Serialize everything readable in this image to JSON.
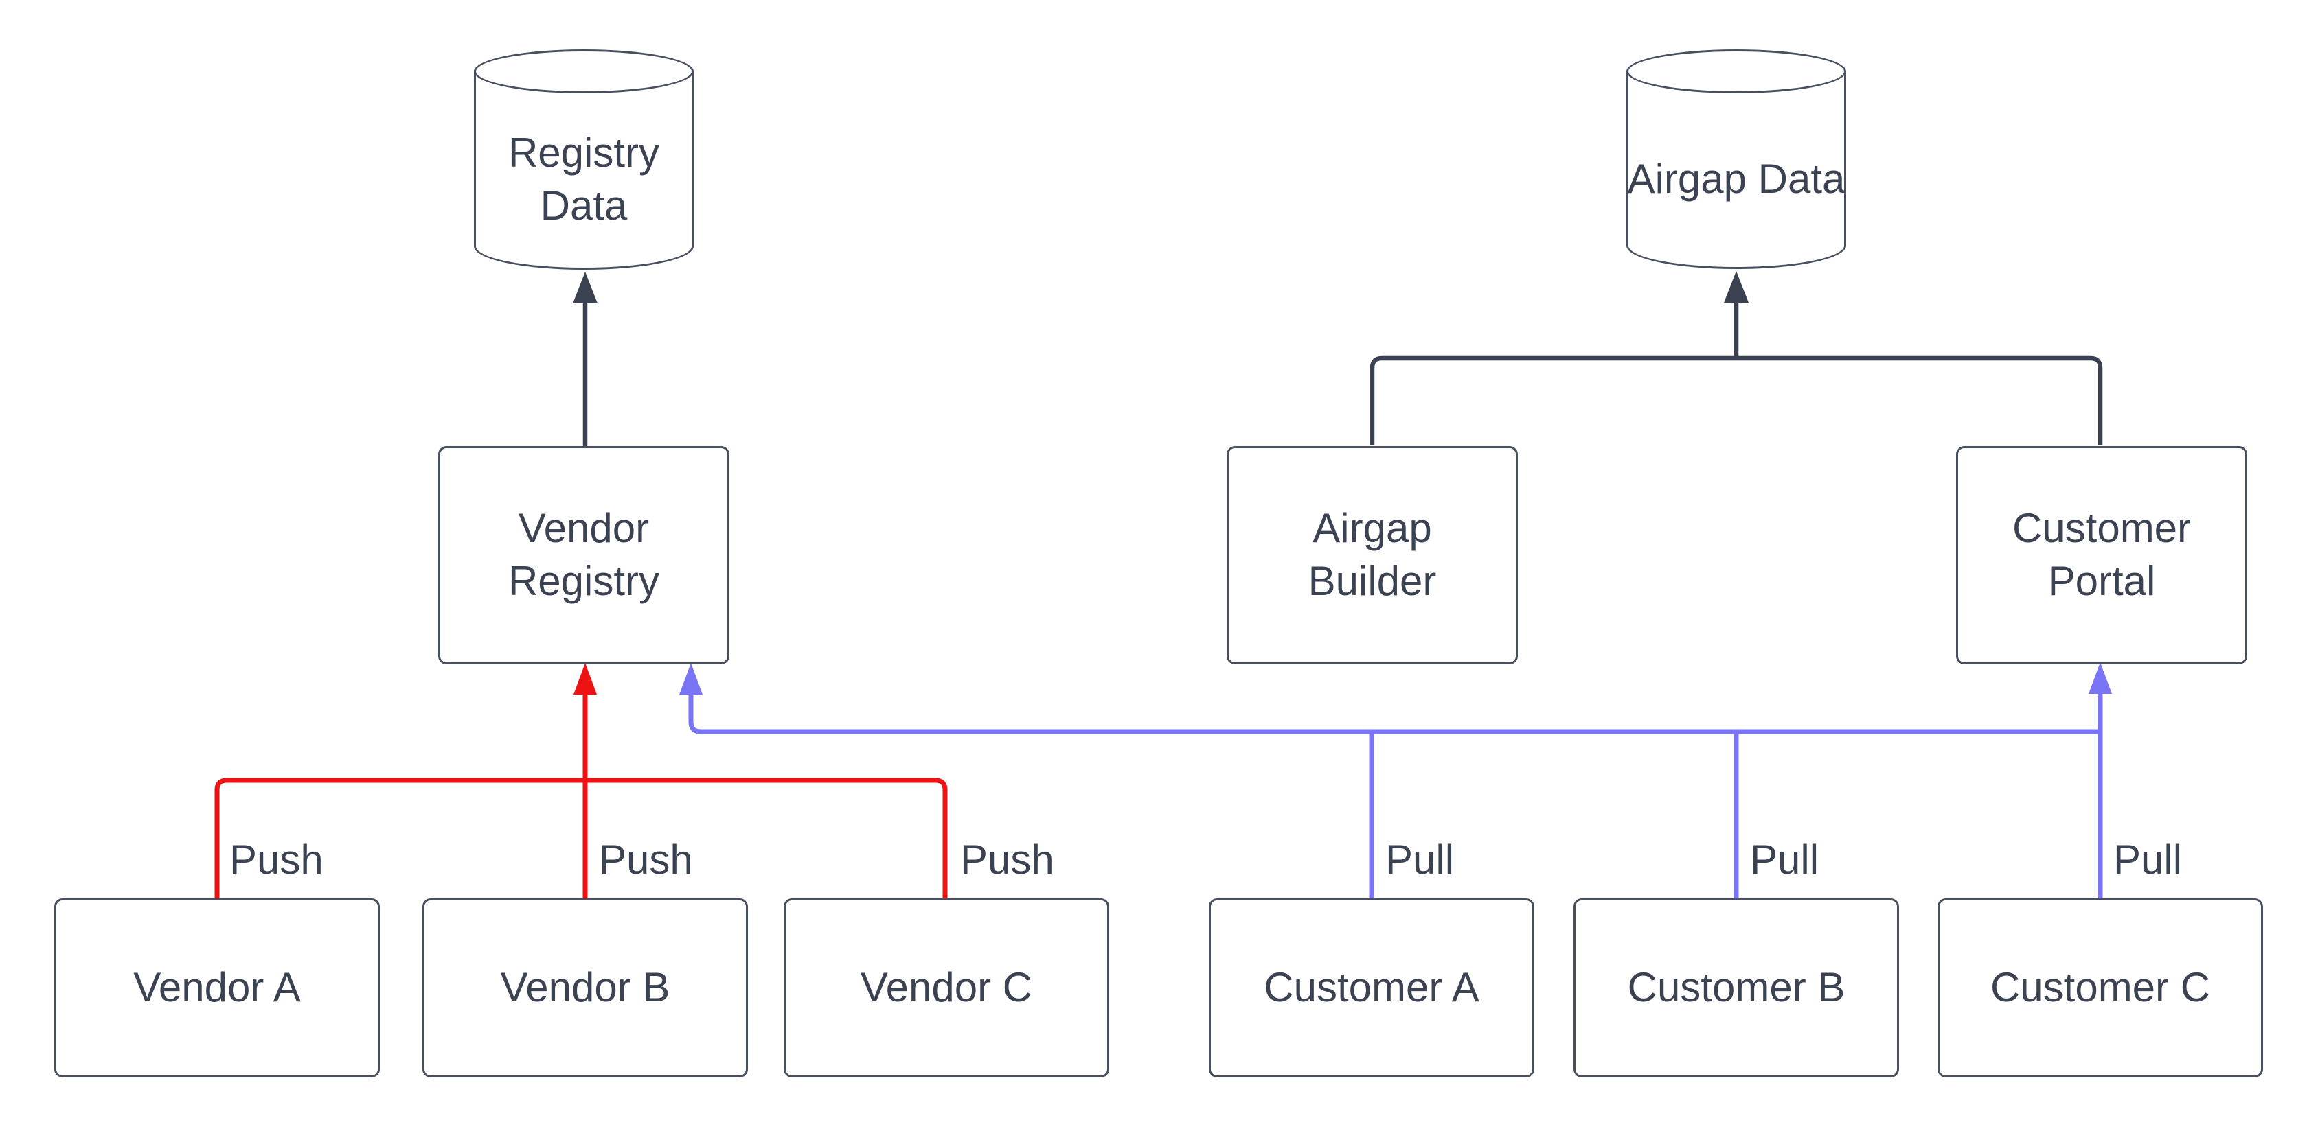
{
  "diagram": {
    "background": "#ffffff",
    "colors": {
      "push_edge": "#ed1313",
      "pull_edge": "#7a75f6",
      "flow_edge": "#3a4150",
      "node_border": "#485060",
      "text": "#3b4353"
    },
    "nodes": {
      "registry_data": {
        "label": "Registry Data",
        "shape": "cylinder"
      },
      "airgap_data": {
        "label": "Airgap Data",
        "shape": "cylinder"
      },
      "vendor_registry": {
        "label": "Vendor Registry",
        "shape": "box"
      },
      "airgap_builder": {
        "label": "Airgap Builder",
        "shape": "box"
      },
      "customer_portal": {
        "label": "Customer Portal",
        "shape": "box"
      },
      "vendor_a": {
        "label": "Vendor A",
        "shape": "box"
      },
      "vendor_b": {
        "label": "Vendor B",
        "shape": "box"
      },
      "vendor_c": {
        "label": "Vendor C",
        "shape": "box"
      },
      "customer_a": {
        "label": "Customer A",
        "shape": "box"
      },
      "customer_b": {
        "label": "Customer B",
        "shape": "box"
      },
      "customer_c": {
        "label": "Customer C",
        "shape": "box"
      }
    },
    "edge_labels": {
      "push": [
        "Push",
        "Push",
        "Push"
      ],
      "pull": [
        "Pull",
        "Pull",
        "Pull"
      ]
    }
  }
}
